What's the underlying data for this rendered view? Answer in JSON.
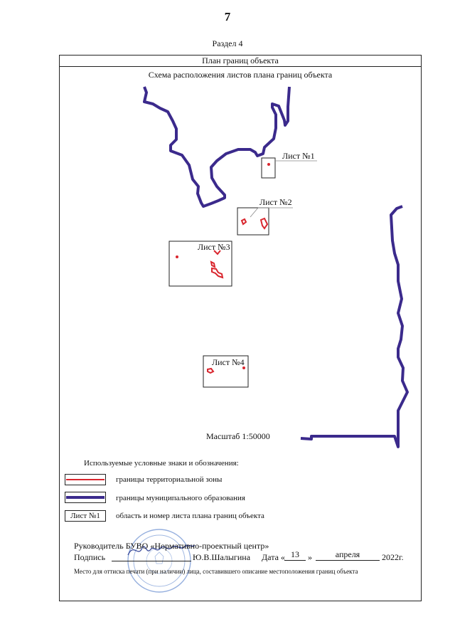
{
  "page": {
    "number": "7"
  },
  "section": {
    "title": "Раздел 4"
  },
  "frame": {
    "header": "План границ объекта"
  },
  "scheme": {
    "title": "Схема расположения листов плана границ объекта"
  },
  "sheets": [
    {
      "label": "Лист №1"
    },
    {
      "label": "Лист №2"
    },
    {
      "label": "Лист №3"
    },
    {
      "label": "Лист №4"
    }
  ],
  "scale": {
    "text": "Масштаб 1:50000"
  },
  "legend": {
    "title": "Используемые условные знаки и обозначения:",
    "items": [
      {
        "text": "границы территориальной зоны",
        "color": "#d9262e"
      },
      {
        "text": "границы муниципального образования",
        "color": "#3b2a8c"
      },
      {
        "box_label": "Лист №1",
        "text": "область и номер листа плана границ объекта"
      }
    ]
  },
  "signature": {
    "manager_line": "Руководитель БУВО «Нормативно-проектный центр»",
    "sign_label": "Подпись",
    "name": "Ю.В.Шалыгина",
    "date_label": "Дата «",
    "day": "13",
    "close_quote": "»",
    "month": "апреля",
    "year": "2022г.",
    "stamp_note": "Место для оттиска печати (при наличии) лица, составившего описание местоположения границ объекта"
  },
  "colors": {
    "zone_boundary": "#d9262e",
    "municipal_boundary": "#3b2a8c",
    "frame": "#222222"
  }
}
